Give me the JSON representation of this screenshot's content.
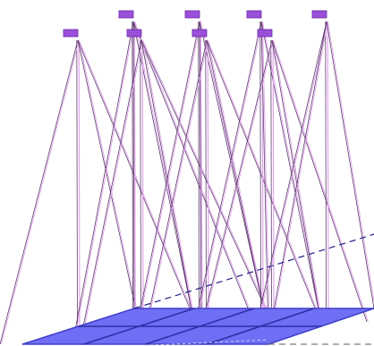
{
  "scene": {
    "description_visible_text": "",
    "colors": {
      "background": "#ffffff",
      "sensor": "#9a4fd9",
      "sensor_edge": "#6b2aa8",
      "beam_dark": "#5a3d6a",
      "beam_light": "#e2a6ee",
      "ground_fill": "#6f6ef5",
      "ground_edge": "#3f3fc8",
      "ground_grid": "#2f2fa8",
      "dashed_boundary": "#1f1f8a",
      "dashed_boundary_gray": "#7a7a7a"
    },
    "sensor_count": 8,
    "ground_grid": {
      "rows": 2,
      "cols": 4
    }
  }
}
